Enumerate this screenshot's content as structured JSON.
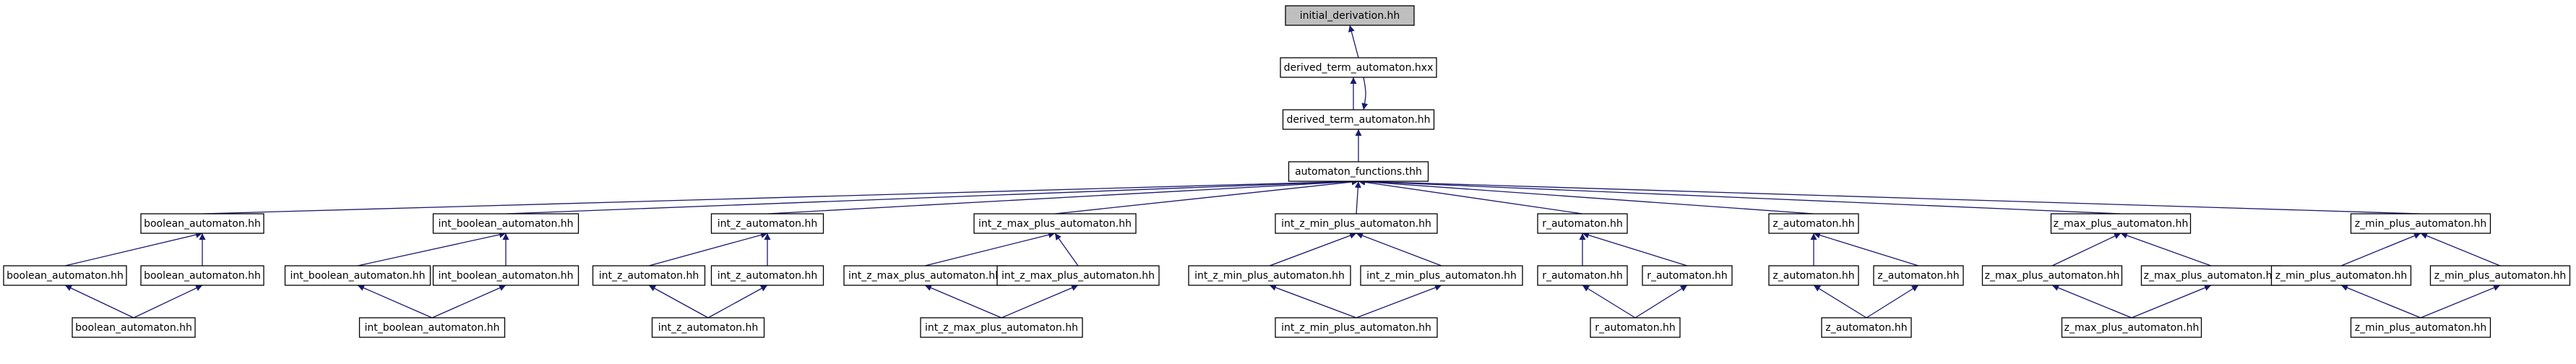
{
  "title": "initial_derivation.hh",
  "colors": {
    "edge": "#191970",
    "node_border": "#000000",
    "highlight_fill": "#bfbfbf",
    "background": "#ffffff"
  },
  "nodes": [
    {
      "id": "n0",
      "label": "initial_derivation.hh",
      "highlight": true
    },
    {
      "id": "n1",
      "label": "derived_term_automaton.hxx"
    },
    {
      "id": "n2",
      "label": "derived_term_automaton.hh"
    },
    {
      "id": "n3",
      "label": "automaton_functions.thh"
    },
    {
      "id": "a1",
      "label": "boolean_automaton.hh"
    },
    {
      "id": "a2",
      "label": "boolean_automaton.hh"
    },
    {
      "id": "a3",
      "label": "boolean_automaton.hh"
    },
    {
      "id": "a4",
      "label": "boolean_automaton.hh"
    },
    {
      "id": "b1",
      "label": "int_boolean_automaton.hh"
    },
    {
      "id": "b2",
      "label": "int_boolean_automaton.hh"
    },
    {
      "id": "b3",
      "label": "int_boolean_automaton.hh"
    },
    {
      "id": "b4",
      "label": "int_boolean_automaton.hh"
    },
    {
      "id": "c1",
      "label": "int_z_automaton.hh"
    },
    {
      "id": "c2",
      "label": "int_z_automaton.hh"
    },
    {
      "id": "c3",
      "label": "int_z_automaton.hh"
    },
    {
      "id": "c4",
      "label": "int_z_automaton.hh"
    },
    {
      "id": "d1",
      "label": "int_z_max_plus_automaton.hh"
    },
    {
      "id": "d2",
      "label": "int_z_max_plus_automaton.hh"
    },
    {
      "id": "d3",
      "label": "int_z_max_plus_automaton.hh"
    },
    {
      "id": "d4",
      "label": "int_z_max_plus_automaton.hh"
    },
    {
      "id": "e1",
      "label": "int_z_min_plus_automaton.hh"
    },
    {
      "id": "e2",
      "label": "int_z_min_plus_automaton.hh"
    },
    {
      "id": "e3",
      "label": "int_z_min_plus_automaton.hh"
    },
    {
      "id": "e4",
      "label": "int_z_min_plus_automaton.hh"
    },
    {
      "id": "f1",
      "label": "r_automaton.hh"
    },
    {
      "id": "f2",
      "label": "r_automaton.hh"
    },
    {
      "id": "f3",
      "label": "r_automaton.hh"
    },
    {
      "id": "f4",
      "label": "r_automaton.hh"
    },
    {
      "id": "g1",
      "label": "z_automaton.hh"
    },
    {
      "id": "g2",
      "label": "z_automaton.hh"
    },
    {
      "id": "g3",
      "label": "z_automaton.hh"
    },
    {
      "id": "g4",
      "label": "z_automaton.hh"
    },
    {
      "id": "h1",
      "label": "z_max_plus_automaton.hh"
    },
    {
      "id": "h2",
      "label": "z_max_plus_automaton.hh"
    },
    {
      "id": "h3",
      "label": "z_max_plus_automaton.hh"
    },
    {
      "id": "h4",
      "label": "z_max_plus_automaton.hh"
    },
    {
      "id": "i1",
      "label": "z_min_plus_automaton.hh"
    },
    {
      "id": "i2",
      "label": "z_min_plus_automaton.hh"
    },
    {
      "id": "i3",
      "label": "z_min_plus_automaton.hh"
    },
    {
      "id": "i4",
      "label": "z_min_plus_automaton.hh"
    }
  ],
  "edges": [
    [
      "n1",
      "n0"
    ],
    [
      "n2",
      "n1"
    ],
    [
      "n1",
      "n2"
    ],
    [
      "n3",
      "n2"
    ],
    [
      "a1",
      "n3"
    ],
    [
      "b1",
      "n3"
    ],
    [
      "c1",
      "n3"
    ],
    [
      "d1",
      "n3"
    ],
    [
      "e1",
      "n3"
    ],
    [
      "f1",
      "n3"
    ],
    [
      "g1",
      "n3"
    ],
    [
      "h1",
      "n3"
    ],
    [
      "i1",
      "n3"
    ],
    [
      "a2",
      "a1"
    ],
    [
      "a3",
      "a1"
    ],
    [
      "a4",
      "a2"
    ],
    [
      "a4",
      "a3"
    ],
    [
      "b2",
      "b1"
    ],
    [
      "b3",
      "b1"
    ],
    [
      "b4",
      "b2"
    ],
    [
      "b4",
      "b3"
    ],
    [
      "c2",
      "c1"
    ],
    [
      "c3",
      "c1"
    ],
    [
      "c4",
      "c2"
    ],
    [
      "c4",
      "c3"
    ],
    [
      "d2",
      "d1"
    ],
    [
      "d3",
      "d1"
    ],
    [
      "d4",
      "d2"
    ],
    [
      "d4",
      "d3"
    ],
    [
      "e2",
      "e1"
    ],
    [
      "e3",
      "e1"
    ],
    [
      "e4",
      "e2"
    ],
    [
      "e4",
      "e3"
    ],
    [
      "f2",
      "f1"
    ],
    [
      "f3",
      "f1"
    ],
    [
      "f4",
      "f2"
    ],
    [
      "f4",
      "f3"
    ],
    [
      "g2",
      "g1"
    ],
    [
      "g3",
      "g1"
    ],
    [
      "g4",
      "g2"
    ],
    [
      "g4",
      "g3"
    ],
    [
      "h2",
      "h1"
    ],
    [
      "h3",
      "h1"
    ],
    [
      "h4",
      "h2"
    ],
    [
      "h4",
      "h3"
    ],
    [
      "i2",
      "i1"
    ],
    [
      "i3",
      "i1"
    ],
    [
      "i4",
      "i2"
    ],
    [
      "i4",
      "i3"
    ]
  ]
}
